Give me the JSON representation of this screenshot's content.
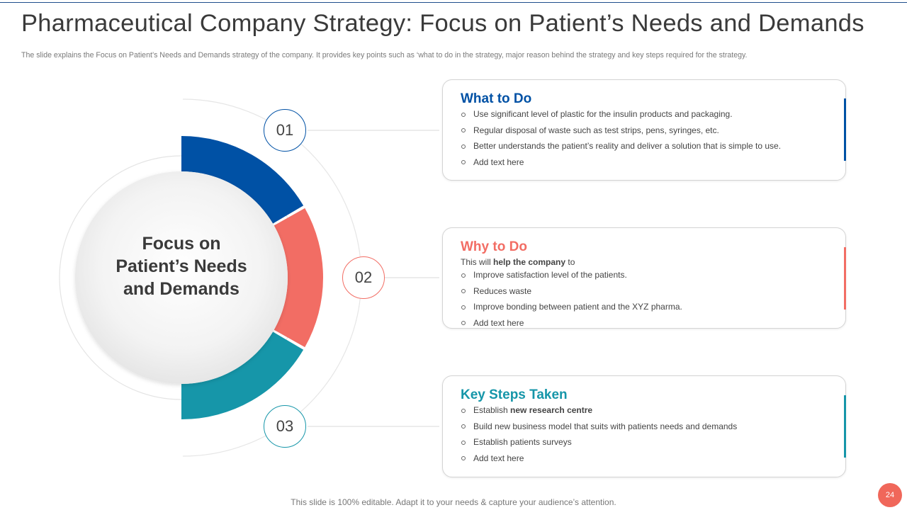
{
  "slide": {
    "title": "Pharmaceutical Company Strategy: Focus on Patient’s Needs and Demands",
    "subtitle": "The slide explains the Focus on Patient’s Needs and Demands strategy of the company. It provides key points such as ‘what to do in the strategy, major reason behind the strategy and key steps required for the strategy.",
    "footer": "This slide is 100% editable. Adapt it to your needs & capture your audience’s attention.",
    "page_number": "24"
  },
  "center": {
    "label": "Focus on Patient’s Needs and Demands"
  },
  "numbers": [
    "01",
    "02",
    "03"
  ],
  "colors": {
    "blue": "#0051a5",
    "coral": "#f26d64",
    "teal": "#1696a9",
    "badge": "#f0675a"
  },
  "cards": [
    {
      "title": "What to Do",
      "color": "#0051a5",
      "intro": "",
      "items": [
        "Use significant level of plastic for the insulin products and packaging.",
        "Regular disposal of waste such as test strips, pens, syringes, etc.",
        "Better understands the patient’s reality and deliver a solution that is simple to use.",
        "Add text here"
      ]
    },
    {
      "title": "Why to Do",
      "color": "#f26d64",
      "intro_pre": "This will ",
      "intro_bold": "help the company",
      "intro_post": " to",
      "items": [
        "Improve satisfaction level of the patients.",
        "Reduces waste",
        "Improve bonding between patient and the XYZ  pharma.",
        "Add text here"
      ]
    },
    {
      "title": "Key Steps Taken",
      "color": "#1696a9",
      "intro": "",
      "item0_pre": "Establish ",
      "item0_bold": "new research centre",
      "items": [
        "Build new business model that suits with patients needs and demands",
        "Establish patients surveys",
        "Add text here"
      ]
    }
  ]
}
